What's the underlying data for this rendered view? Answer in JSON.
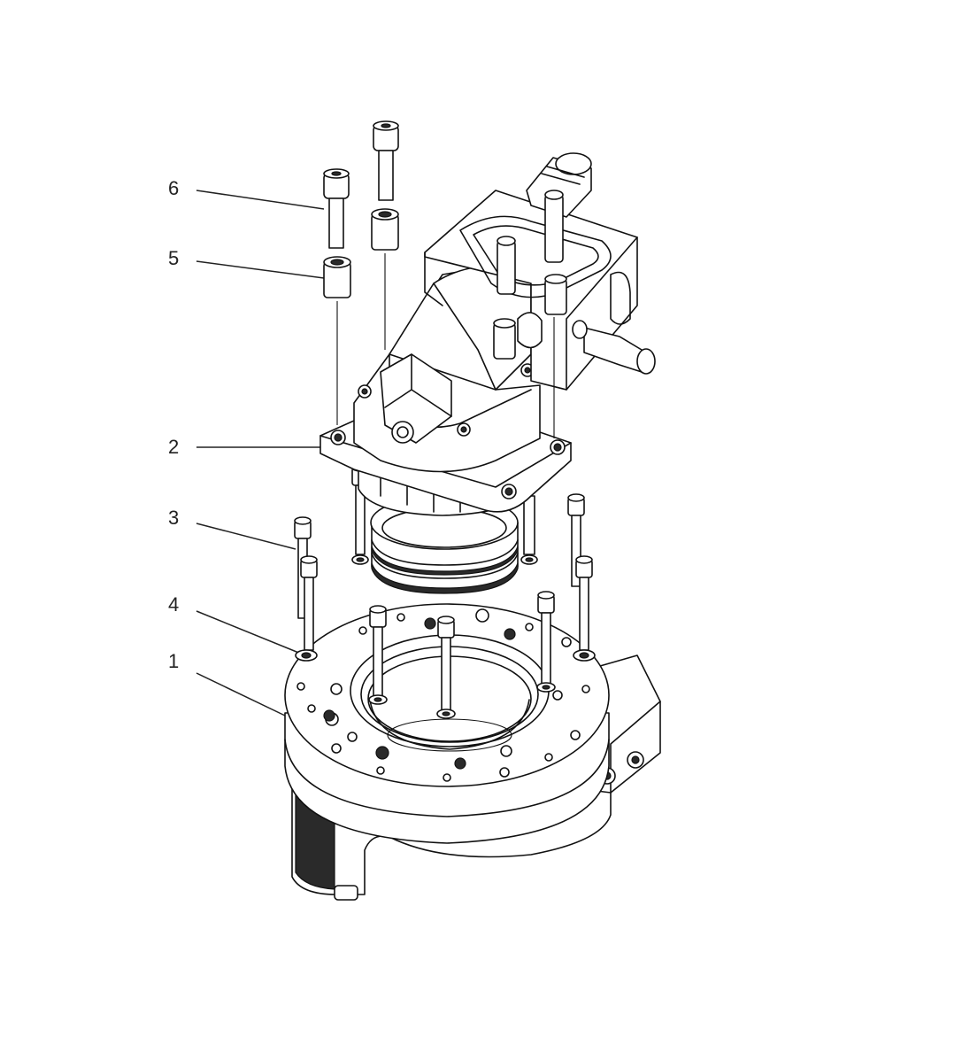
{
  "callouts": [
    {
      "id": "6",
      "label": "6"
    },
    {
      "id": "5",
      "label": "5"
    },
    {
      "id": "2",
      "label": "2"
    },
    {
      "id": "3",
      "label": "3"
    },
    {
      "id": "4",
      "label": "4"
    },
    {
      "id": "1",
      "label": "1"
    }
  ],
  "colors": {
    "line": "#111111",
    "background": "#ffffff"
  }
}
